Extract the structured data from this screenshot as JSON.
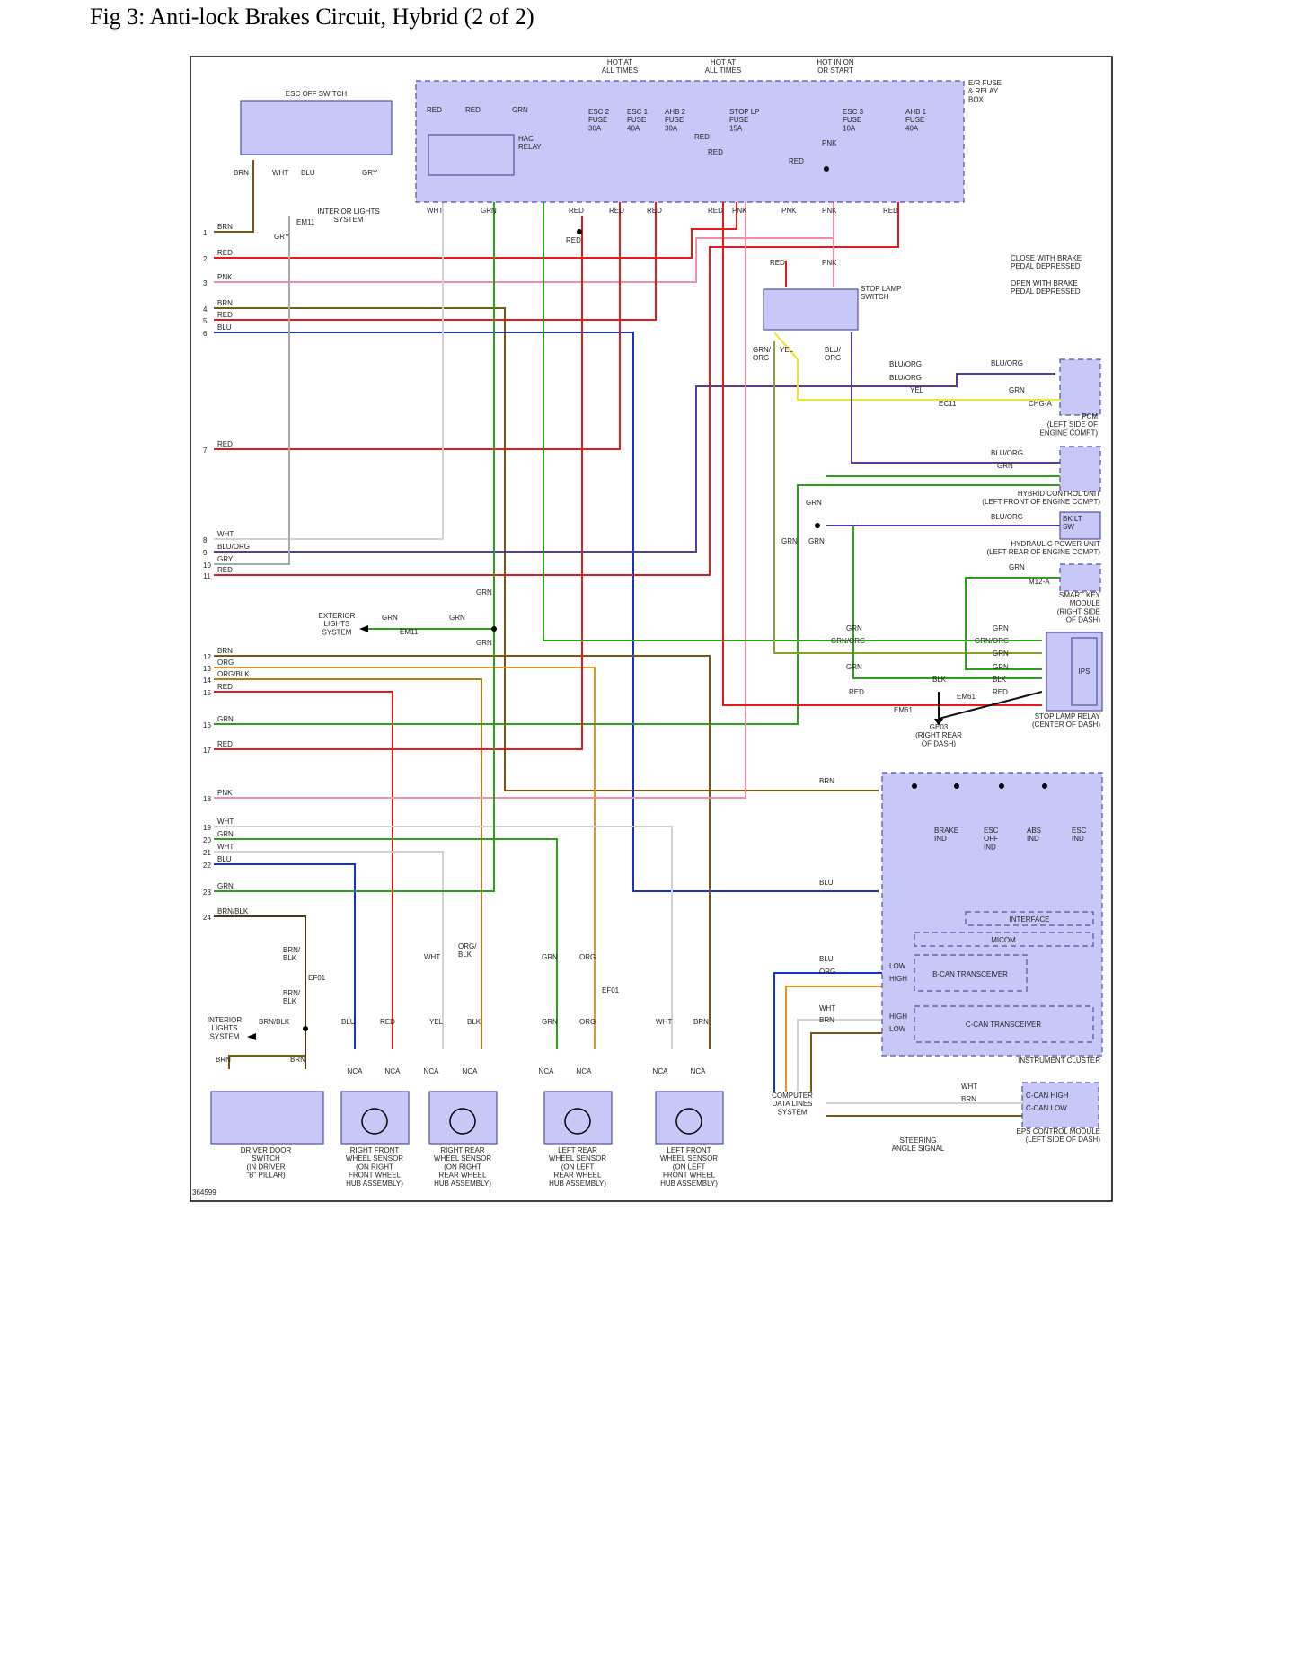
{
  "title": "Fig 3: Anti-lock Brakes Circuit, Hybrid (2 of 2)",
  "diagram_id": "364599",
  "colors": {
    "RED": "#e41b1b",
    "PNK": "#f090a8",
    "BRN": "#7a5a10",
    "BLU": "#1a2fd6",
    "GRN": "#2fa01e",
    "GRY": "#a8a8a8",
    "WHT": "#d2d2d2",
    "YEL": "#f2e62a",
    "ORG": "#e8941e",
    "BLU/ORG": "#5a3aa0",
    "BRN/BLK": "#4a3a10",
    "ORG/BLK": "#b97a1a",
    "BLK": "#111111",
    "GRN/ORG": "#8aa030",
    "module": "#c8c8f8",
    "module_border": "#5050a0"
  },
  "power": {
    "hot_at_all_times_1": "HOT AT\nALL TIMES",
    "hot_at_all_times_2": "HOT AT\nALL TIMES",
    "hot_in_on": "HOT IN ON\nOR START",
    "fuse_box": "E/R FUSE\n& RELAY\nBOX",
    "fuses": [
      {
        "name": "ESC 2\nFUSE\n30A"
      },
      {
        "name": "ESC 1\nFUSE\n40A"
      },
      {
        "name": "AHB 2\nFUSE\n30A"
      },
      {
        "name": "STOP LP\nFUSE\n15A"
      },
      {
        "name": "ESC 3\nFUSE\n10A"
      },
      {
        "name": "AHB 1\nFUSE\n40A"
      }
    ],
    "relay": "HAC\nRELAY"
  },
  "components": {
    "esc_off_switch": "ESC OFF SWITCH",
    "interior_lights_1": "INTERIOR LIGHTS\nSYSTEM",
    "interior_lights_2": "INTERIOR\nLIGHTS\nSYSTEM",
    "exterior_lights": "EXTERIOR\nLIGHTS\nSYSTEM",
    "stop_lamp_switch": "STOP LAMP\nSWITCH",
    "note_a": "CLOSE WITH BRAKE\nPEDAL DEPRESSED",
    "note_b": "OPEN WITH BRAKE\nPEDAL DEPRESSED",
    "pcm": "PCM\n(LEFT SIDE OF\nENGINE COMPT)",
    "hcu": "HYBRID CONTROL UNIT\n(LEFT FRONT OF ENGINE COMPT)",
    "hpu": "HYDRAULIC POWER UNIT\n(LEFT REAR OF ENGINE COMPT)",
    "bk_lt_sw": "BK LT\nSW",
    "smart_key": "SMART KEY\nMODULE\n(RIGHT SIDE\nOF DASH)",
    "stop_lamp_relay": "STOP LAMP RELAY\n(CENTER OF DASH)",
    "ips": "IPS",
    "ground": "GE03\n(RIGHT REAR\nOF DASH)",
    "instrument_cluster": "INSTRUMENT CLUSTER",
    "interface": "INTERFACE",
    "micom": "MICOM",
    "bcan": "B-CAN TRANSCEIVER",
    "ccan": "C-CAN TRANSCEIVER",
    "indicators": [
      "BRAKE\nIND",
      "ESC\nOFF\nIND",
      "ABS\nIND",
      "ESC\nIND"
    ],
    "computer_data_lines": "COMPUTER\nDATA LINES\nSYSTEM",
    "eps": "EPS CONTROL MODULE\n(LEFT SIDE OF DASH)",
    "ccan_high": "C-CAN HIGH",
    "ccan_low": "C-CAN LOW",
    "steering": "STEERING\nANGLE SIGNAL",
    "driver_door": "DRIVER DOOR\nSWITCH\n(IN DRIVER\n\"B\" PILLAR)",
    "sensors": [
      "RIGHT FRONT\nWHEEL SENSOR\n(ON RIGHT\nFRONT WHEEL\nHUB ASSEMBLY)",
      "RIGHT REAR\nWHEEL SENSOR\n(ON RIGHT\nREAR WHEEL\nHUB ASSEMBLY)",
      "LEFT REAR\nWHEEL SENSOR\n(ON LEFT\nREAR WHEEL\nHUB ASSEMBLY)",
      "LEFT FRONT\nWHEEL SENSOR\n(ON LEFT\nFRONT WHEEL\nHUB ASSEMBLY)"
    ]
  },
  "connectors": {
    "em11": "EM11",
    "em61": "EM61",
    "ec11": "EC11",
    "chg_a": "CHG-A",
    "m12_a": "M12-A",
    "ef01": "EF01",
    "nca": "NCA",
    "low": "LOW",
    "high": "HIGH"
  },
  "abs_pins": [
    {
      "n": "1",
      "color": "BRN"
    },
    {
      "n": "2",
      "color": "RED"
    },
    {
      "n": "3",
      "color": "PNK"
    },
    {
      "n": "4",
      "color": "BRN"
    },
    {
      "n": "5",
      "color": "RED"
    },
    {
      "n": "6",
      "color": "BLU"
    },
    {
      "n": "7",
      "color": "RED"
    },
    {
      "n": "8",
      "color": "WHT"
    },
    {
      "n": "9",
      "color": "BLU/ORG"
    },
    {
      "n": "10",
      "color": "GRY"
    },
    {
      "n": "11",
      "color": "RED"
    },
    {
      "n": "12",
      "color": "BRN"
    },
    {
      "n": "13",
      "color": "ORG"
    },
    {
      "n": "14",
      "color": "ORG/BLK"
    },
    {
      "n": "15",
      "color": "RED"
    },
    {
      "n": "16",
      "color": "GRN"
    },
    {
      "n": "17",
      "color": "RED"
    },
    {
      "n": "18",
      "color": "PNK"
    },
    {
      "n": "19",
      "color": "WHT"
    },
    {
      "n": "20",
      "color": "GRN"
    },
    {
      "n": "21",
      "color": "WHT"
    },
    {
      "n": "22",
      "color": "BLU"
    },
    {
      "n": "23",
      "color": "GRN"
    },
    {
      "n": "24",
      "color": "BRN/BLK"
    }
  ],
  "labels": {
    "red": "RED",
    "grn": "GRN",
    "pnk": "PNK",
    "brn": "BRN",
    "wht": "WHT",
    "blu": "BLU",
    "gry": "GRY",
    "yel": "YEL",
    "org": "ORG",
    "blk": "BLK",
    "blu_org": "BLU/ORG",
    "grn_org": "GRN/ORG",
    "grn_org2": "GRN/\nORG",
    "blu_org2": "BLU/\nORG",
    "brn_blk": "BRN/BLK",
    "brn_blk2": "BRN/\nBLK",
    "org_blk2": "ORG/\nBLK"
  }
}
